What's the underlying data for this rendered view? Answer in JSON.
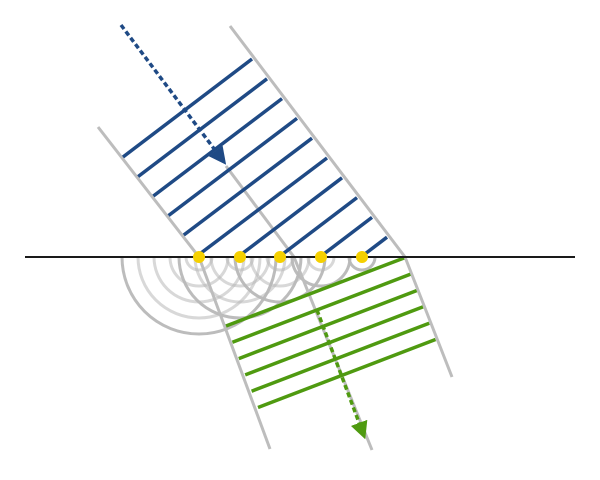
{
  "diagram": {
    "colors": {
      "interface": "#1a1a1a",
      "beam_edge": "#bdbdbd",
      "incident_wavefront": "#1f4a85",
      "refracted_wavefront": "#4f9a10",
      "wavelet": "#b8b8b8",
      "source_point": "#f5d000"
    },
    "incident_wavefront_count": 10,
    "refracted_wavefront_count": 6,
    "huygens_source_count": 5
  }
}
